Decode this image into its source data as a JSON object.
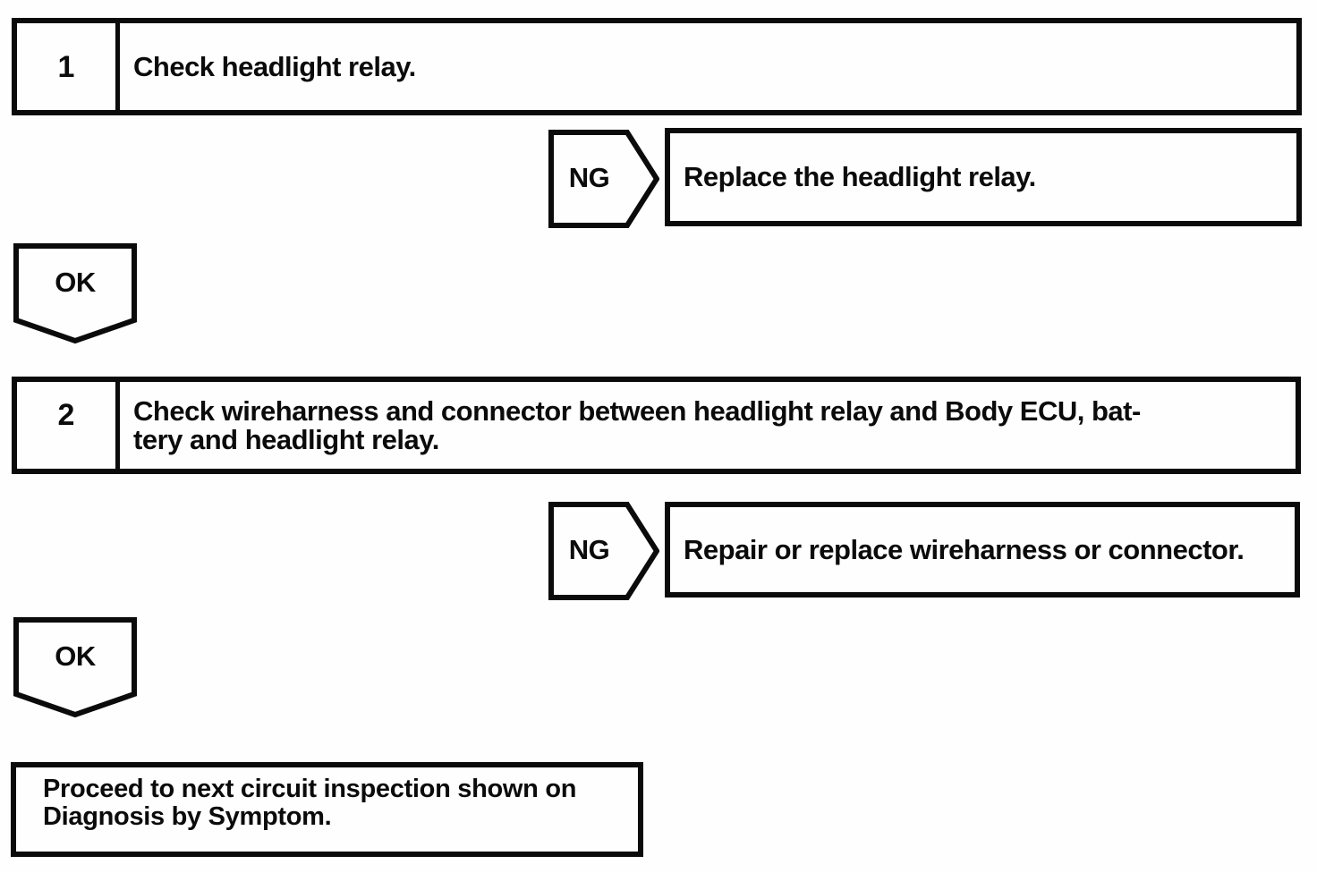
{
  "colors": {
    "ink": "#0b0b0b",
    "paper": "#fefefe"
  },
  "steps": [
    {
      "number": "1",
      "instruction_lines": [
        "Check headlight relay."
      ],
      "ng_label": "NG",
      "ng_action_lines": [
        "Replace the headlight relay."
      ],
      "ok_label": "OK"
    },
    {
      "number": "2",
      "instruction_lines": [
        "Check wireharness and connector between headlight relay and Body ECU, bat-",
        "tery and headlight relay."
      ],
      "ng_label": "NG",
      "ng_action_lines": [
        "Repair or replace wireharness or connector."
      ],
      "ok_label": "OK"
    }
  ],
  "final_box": {
    "lines": [
      "Proceed to next circuit inspection shown on",
      "Diagnosis by Symptom."
    ]
  }
}
